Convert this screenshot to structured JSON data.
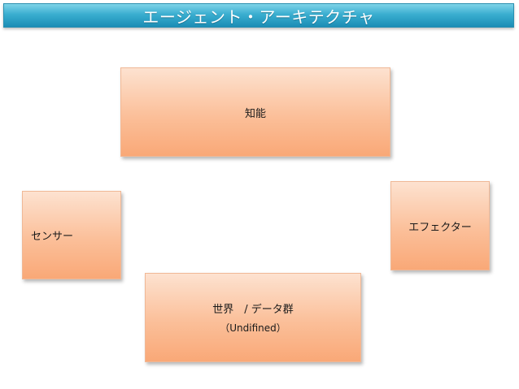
{
  "title": "エージェント・アーキテクチャ",
  "boxes": {
    "intelligence": "知能",
    "sensor": "センサー",
    "effector": "エフェクター",
    "world": "世界　/ データ群",
    "world_sub": "（Undifined）"
  },
  "colors": {
    "banner_top": "#7fd3e8",
    "banner_bottom": "#1b8db5",
    "box_top": "#fde2d0",
    "box_bottom": "#f9a877"
  }
}
